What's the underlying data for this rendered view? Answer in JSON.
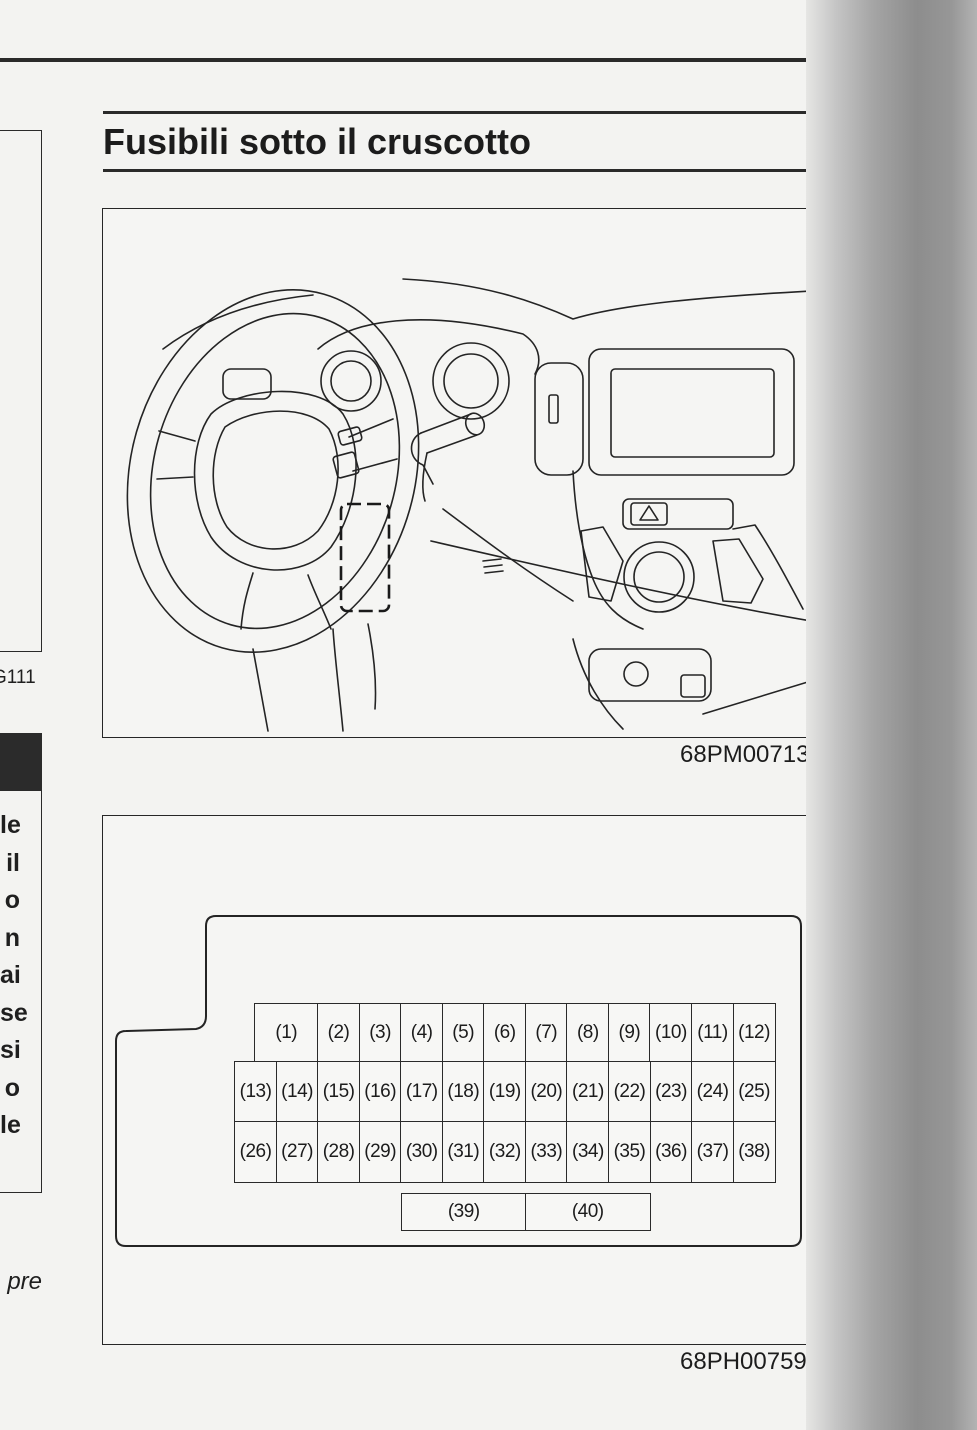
{
  "page": {
    "heading": "Fusibili sotto il cruscotto",
    "figure1_caption": "68PM00713",
    "figure2_caption": "68PH00759"
  },
  "left_column": {
    "figure_code": "G111",
    "text_fragments": [
      "le",
      "il",
      "o",
      "n",
      "ai",
      "se",
      "si",
      "o",
      "le"
    ],
    "italic_fragment": "pre"
  },
  "fuse_box": {
    "fuses": [
      "(1)",
      "(2)",
      "(3)",
      "(4)",
      "(5)",
      "(6)",
      "(7)",
      "(8)",
      "(9)",
      "(10)",
      "(11)",
      "(12)",
      "(13)",
      "(14)",
      "(15)",
      "(16)",
      "(17)",
      "(18)",
      "(19)",
      "(20)",
      "(21)",
      "(22)",
      "(23)",
      "(24)",
      "(25)",
      "(26)",
      "(27)",
      "(28)",
      "(29)",
      "(30)",
      "(31)",
      "(32)",
      "(33)",
      "(34)",
      "(35)",
      "(36)",
      "(37)",
      "(38)",
      "(39)",
      "(40)"
    ]
  }
}
